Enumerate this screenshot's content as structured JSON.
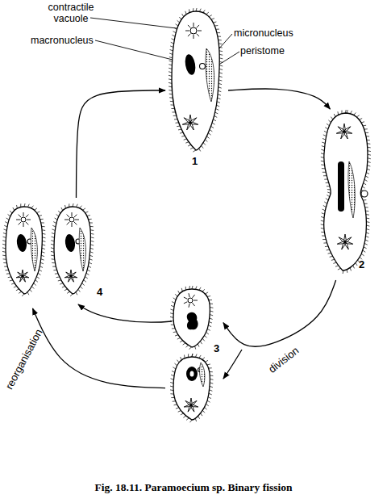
{
  "diagram": {
    "caption": "Fig. 18.11. Paramoecium sp. Binary fission",
    "nodes": [
      {
        "text": [
          "1"
        ]
      },
      {
        "text": [
          "2"
        ]
      },
      {
        "text": [
          "3"
        ]
      },
      {
        "text": [
          "4"
        ]
      }
    ],
    "edges": [
      {
        "from": 0,
        "to": 1,
        "arrow": "to"
      },
      {
        "from": 1,
        "to": 2,
        "arrow": "to",
        "label": "division"
      },
      {
        "from": 2,
        "to": 3,
        "arrow": "to",
        "label": "reorganisation"
      },
      {
        "from": 3,
        "to": 0,
        "arrow": "to"
      }
    ],
    "labels": [
      "contractile vacuole",
      "macronucleus",
      "micronucleus",
      "peristome"
    ]
  }
}
